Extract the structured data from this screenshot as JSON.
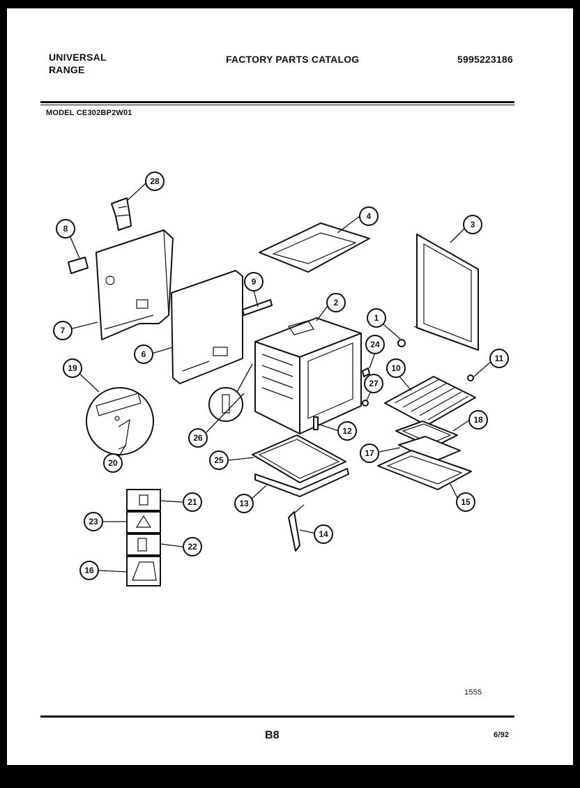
{
  "header": {
    "brand_line1": "UNIVERSAL",
    "brand_line2": "RANGE",
    "catalog_title": "FACTORY PARTS CATALOG",
    "catalog_number": "5995223186"
  },
  "model_label": "MODEL CE302BP2W01",
  "diagram": {
    "callouts": [
      "1",
      "2",
      "3",
      "4",
      "6",
      "7",
      "8",
      "9",
      "10",
      "11",
      "12",
      "13",
      "14",
      "15",
      "16",
      "17",
      "18",
      "19",
      "20",
      "21",
      "22",
      "23",
      "24",
      "25",
      "26",
      "27",
      "28"
    ],
    "code": "1555"
  },
  "footer": {
    "page_code": "B8",
    "date": "6/92"
  }
}
